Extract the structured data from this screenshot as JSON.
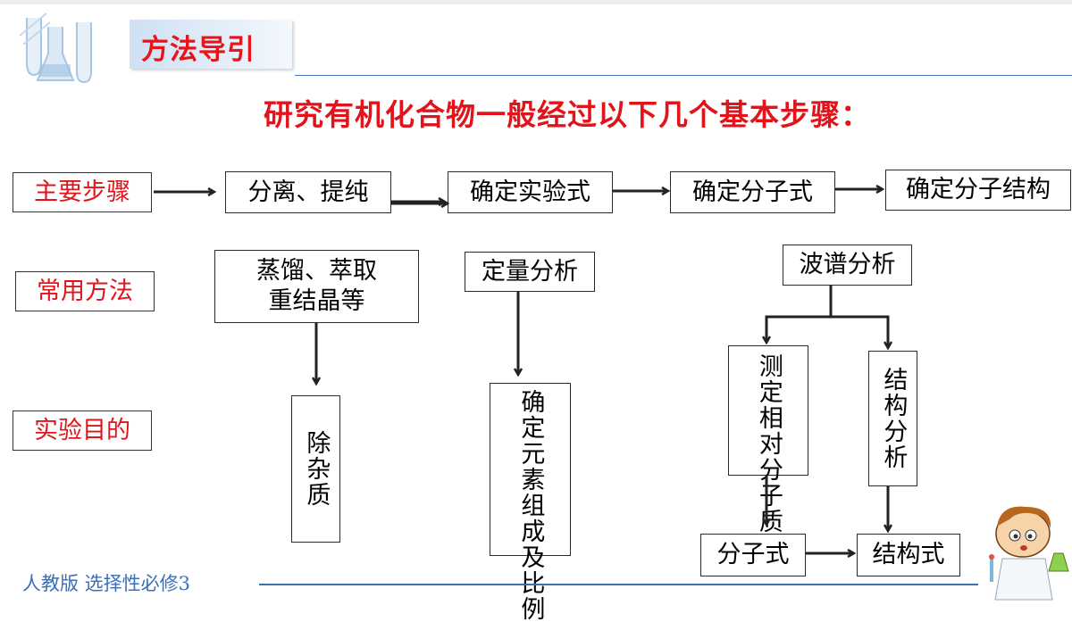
{
  "header": {
    "tab_label": "方法导引"
  },
  "title": "研究有机化合物一般经过以下几个基本步骤：",
  "row_labels": {
    "main_steps": "主要步骤",
    "common_methods": "常用方法",
    "purpose": "实验目的"
  },
  "steps": [
    "分离、提纯",
    "确定实验式",
    "确定分子式",
    "确定分子结构"
  ],
  "methods": {
    "separation_line1": "蒸馏、萃取",
    "separation_line2": "重结晶等",
    "quantitative": "定量分析",
    "spectrum": "波谱分析"
  },
  "purposes": {
    "remove_impurities": "除杂质",
    "element_ratio": "确定元素组成及比例",
    "relative_mass": "测定相对分子质量",
    "structure_analysis": "结构分析"
  },
  "results": {
    "molecular_formula": "分子式",
    "structural_formula": "结构式"
  },
  "footer": {
    "text": "人教版 选择性必修3"
  },
  "colors": {
    "accent_red": "#e0141a",
    "header_bg": "#cfe0f2",
    "footer_blue": "#3b6fb7"
  },
  "icons": {
    "logo": "lab-glassware-icon",
    "mascot": "scientist-kid-icon"
  }
}
